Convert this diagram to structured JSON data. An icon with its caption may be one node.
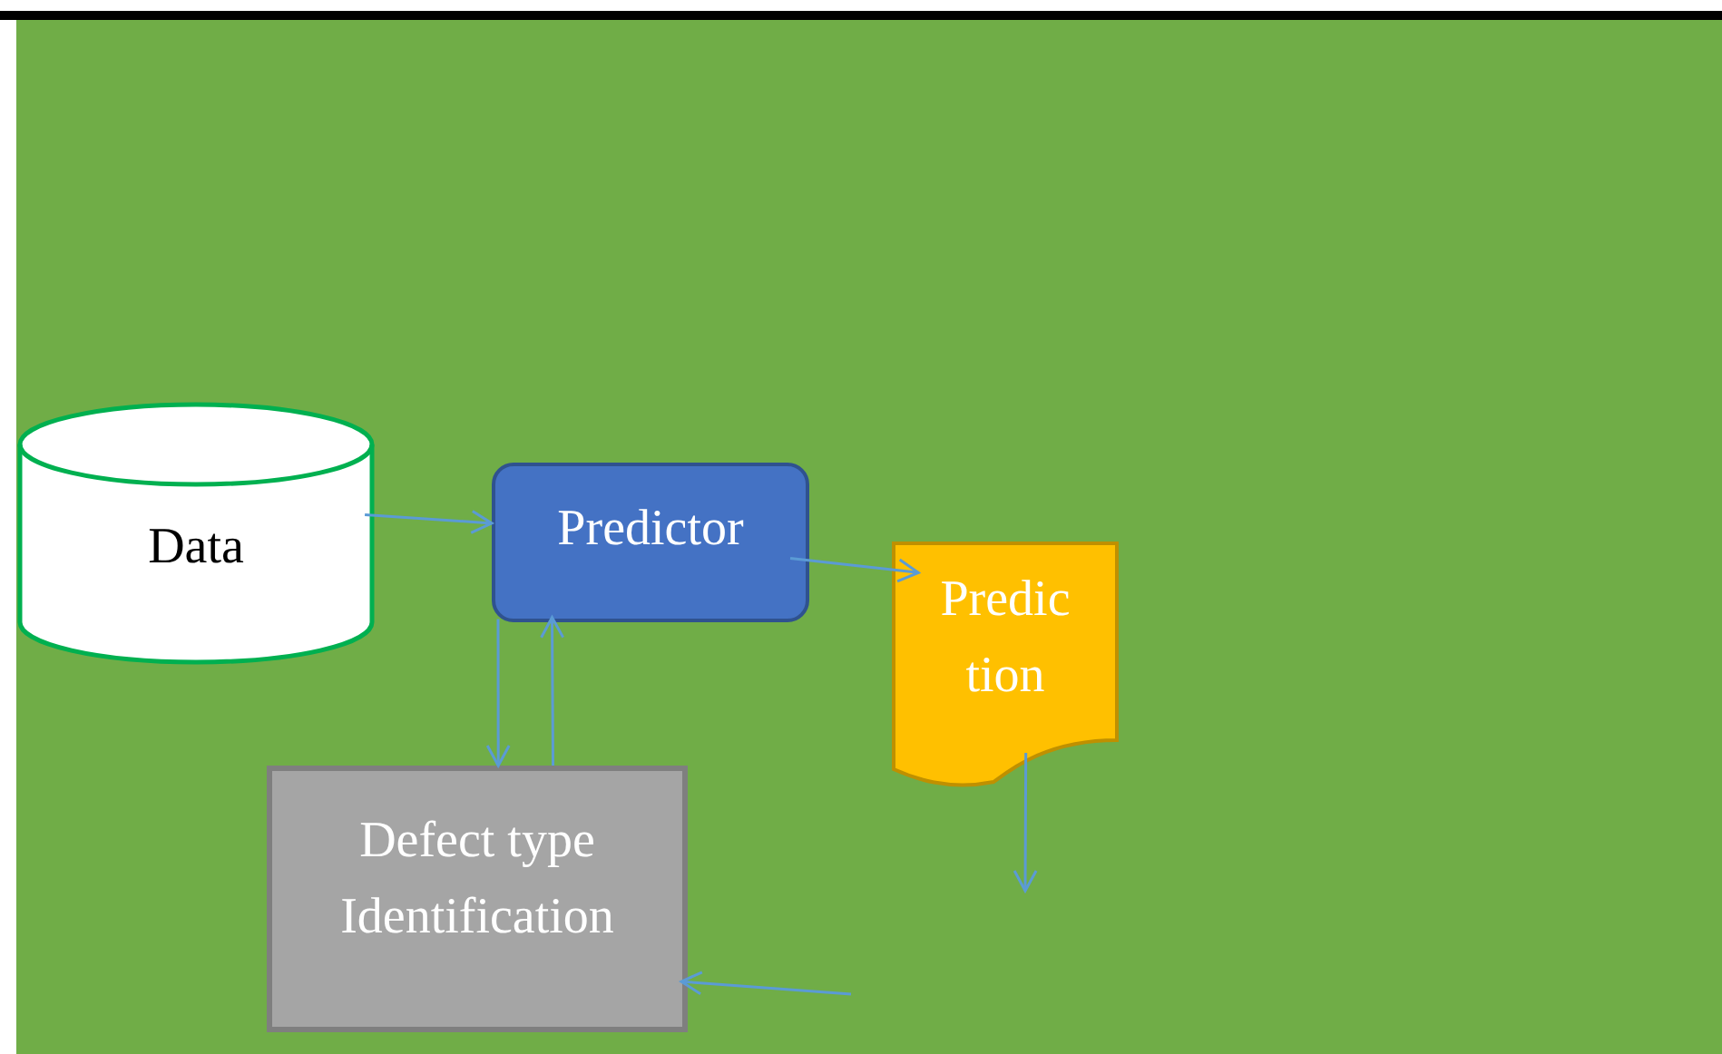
{
  "diagram": {
    "nodes": [
      {
        "text": [
          "Data"
        ]
      },
      {
        "text": [
          "Predictor"
        ]
      },
      {
        "text": [
          "Predic tion"
        ]
      },
      {
        "text": [
          "Defect type Identification"
        ]
      }
    ],
    "edges": [
      {
        "from": 0,
        "to": 1,
        "arrow": "to"
      },
      {
        "from": 1,
        "to": 2,
        "arrow": "to"
      },
      {
        "from": 1,
        "to": 3,
        "arrow": "to"
      },
      {
        "from": 3,
        "to": 1,
        "arrow": "to"
      },
      {
        "from": 2,
        "to": null,
        "arrow": "to"
      },
      {
        "from": null,
        "to": 3,
        "arrow": "to"
      }
    ]
  }
}
